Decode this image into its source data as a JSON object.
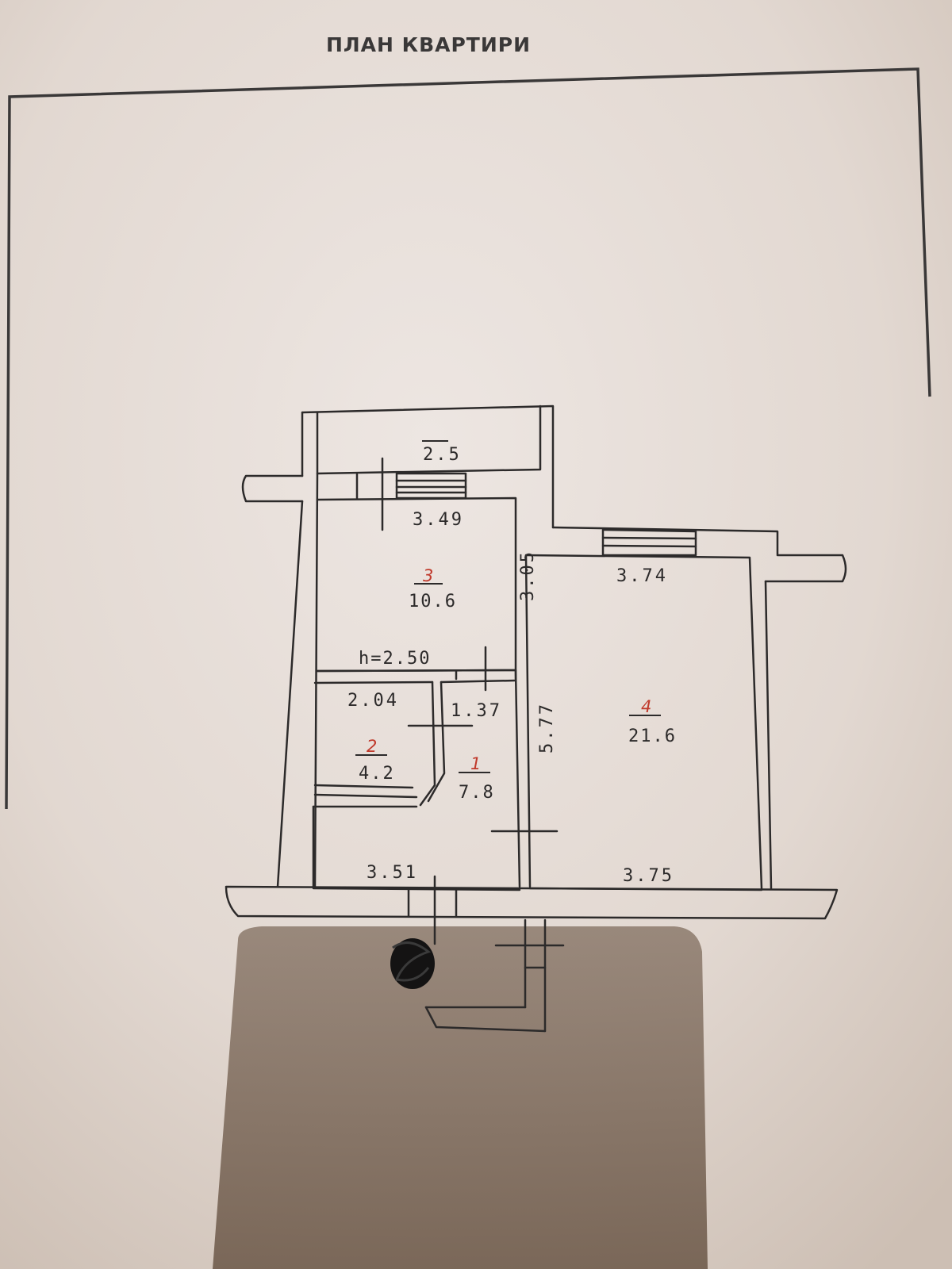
{
  "title": "ПЛАН КВАРТИРИ",
  "plan": {
    "ceiling_height": "h=2.50",
    "rooms": [
      {
        "number": "1",
        "area": "7.8"
      },
      {
        "number": "2",
        "area": "4.2"
      },
      {
        "number": "3",
        "area": "10.6"
      },
      {
        "number": "4",
        "area": "21.6"
      }
    ],
    "dimensions": {
      "balcony_area": "2.5",
      "room3_width": "3.49",
      "room3_length": "3.05",
      "room4_top": "3.74",
      "room4_length": "5.77",
      "room4_bottom": "3.75",
      "room2_width": "2.04",
      "hall_width": "1.37",
      "corridor_width": "3.51"
    }
  },
  "colors": {
    "paper": "#e9e1dc",
    "line": "#2c2a2a",
    "room_number": "#c0392b",
    "shadow": "#6f5d4f"
  }
}
